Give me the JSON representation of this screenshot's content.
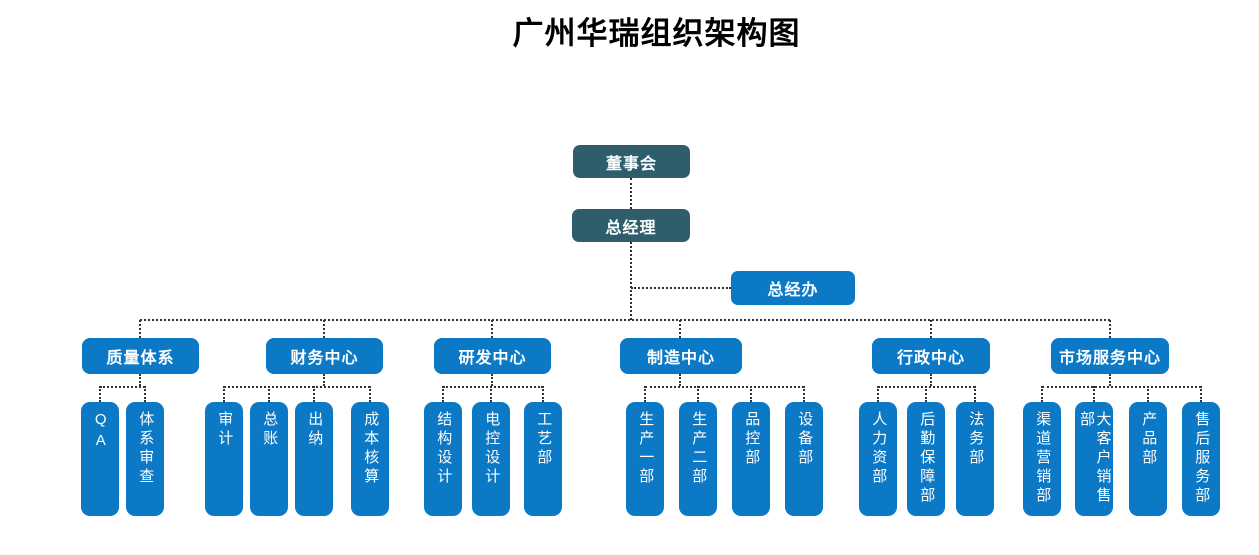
{
  "title": "广州华瑞组织架构图",
  "colors": {
    "executive_box": "#2E5E6C",
    "department_box": "#0B79C5",
    "connector_line": "#333333",
    "box_text": "#FFFFFF",
    "title_text": "#000000"
  },
  "org": {
    "root": {
      "label": "董事会"
    },
    "gm": {
      "label": "总经理"
    },
    "office": {
      "label": "总经办"
    },
    "groups": [
      {
        "label": "质量体系",
        "children": [
          {
            "label": "QA"
          },
          {
            "label": "体系审查"
          }
        ]
      },
      {
        "label": "财务中心",
        "children": [
          {
            "label": "审计"
          },
          {
            "label": "总账"
          },
          {
            "label": "出纳"
          },
          {
            "label": "成本核算"
          }
        ]
      },
      {
        "label": "研发中心",
        "children": [
          {
            "label": "结构设计"
          },
          {
            "label": "电控设计"
          },
          {
            "label": "工艺部"
          }
        ]
      },
      {
        "label": "制造中心",
        "children": [
          {
            "label": "生产一部"
          },
          {
            "label": "生产二部"
          },
          {
            "label": "品控部"
          },
          {
            "label": "设备部"
          }
        ]
      },
      {
        "label": "行政中心",
        "children": [
          {
            "label": "人力资部"
          },
          {
            "label": "后勤保障部"
          },
          {
            "label": "法务部"
          }
        ]
      },
      {
        "label": "市场服务中心",
        "children": [
          {
            "label": "渠道营销部"
          },
          {
            "label": "大客户销售部"
          },
          {
            "label": "产品部"
          },
          {
            "label": "售后服务部"
          }
        ]
      }
    ]
  }
}
